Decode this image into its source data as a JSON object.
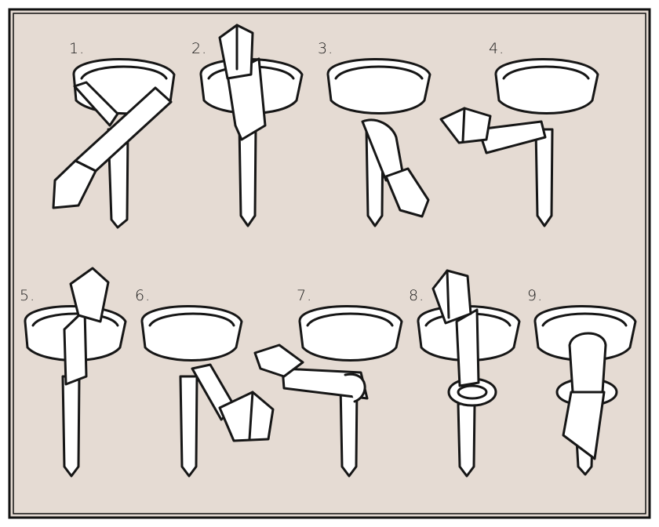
{
  "steps": [
    {
      "label": "1.",
      "icon": "tie-step-1"
    },
    {
      "label": "2.",
      "icon": "tie-step-2"
    },
    {
      "label": "3.",
      "icon": "tie-step-3"
    },
    {
      "label": "4.",
      "icon": "tie-step-4"
    },
    {
      "label": "5.",
      "icon": "tie-step-5"
    },
    {
      "label": "6.",
      "icon": "tie-step-6"
    },
    {
      "label": "7.",
      "icon": "tie-step-7"
    },
    {
      "label": "8.",
      "icon": "tie-step-8"
    },
    {
      "label": "9.",
      "icon": "tie-step-9"
    }
  ],
  "colors": {
    "background": "#e5dbd3",
    "outline": "#161616",
    "tie_fill": "#ffffff"
  }
}
